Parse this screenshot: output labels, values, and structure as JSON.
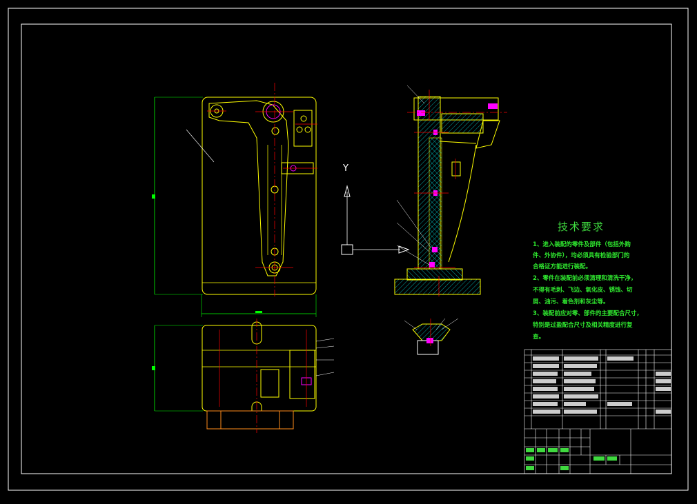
{
  "drawing": {
    "technical_requirements": {
      "title": "技术要求",
      "lines": [
        "1、进入装配的零件及部件（包括外购",
        "件、外协件），均必须具有检验部门的",
        "合格证方能进行装配。",
        "2、零件在装配前必须清理和清洗干净，",
        "不得有毛刺、飞边、氧化皮、锈蚀、切",
        "屑、油污、着色剂和灰尘等。",
        "3、装配前应对零、部件的主要配合尺寸，",
        "特别是过盈配合尺寸及相关精度进行复",
        "查。"
      ]
    },
    "axis_label": "Y",
    "colors": {
      "background": "#000000",
      "frame": "#ffffff",
      "outline": "#ffff00",
      "hatch": "#00ffff",
      "centerline": "#ff0000",
      "dimension": "#00ff00",
      "highlight": "#ff00ff",
      "orange_part": "#ff8c1a",
      "text_green": "#2fe82f"
    }
  }
}
